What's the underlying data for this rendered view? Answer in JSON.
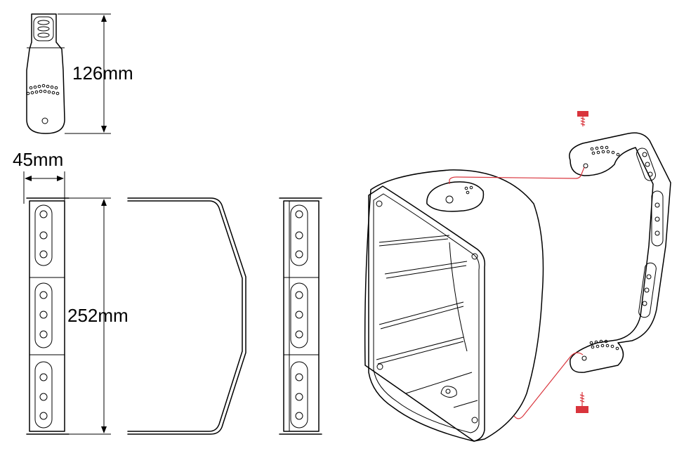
{
  "dimensions": {
    "height_top_bracket": "126mm",
    "width_bracket": "45mm",
    "height_bracket": "252mm"
  },
  "colors": {
    "line": "#000000",
    "screw": "#d9343c",
    "background": "#ffffff"
  },
  "icons": [
    "screw-icon",
    "bracket",
    "speaker-enclosure"
  ]
}
